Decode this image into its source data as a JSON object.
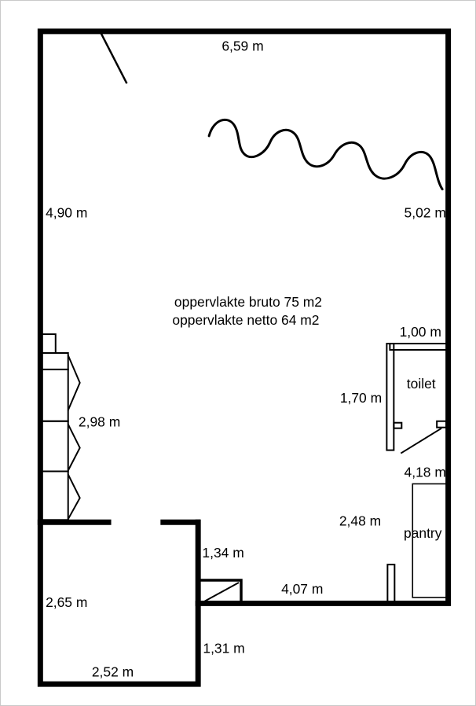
{
  "page": {
    "background": "#ffffff",
    "line_color": "#000000"
  },
  "plan": {
    "annotations": {
      "area_bruto": "oppervlakte bruto 75 m2",
      "area_netto": "oppervlakte netto 64 m2"
    },
    "rooms": {
      "toilet": "toilet",
      "pantry": "pantry"
    },
    "dimensions": {
      "top_width": "6,59 m",
      "left_height": "4,90 m",
      "right_height": "5,02 m",
      "toilet_width": "1,00 m",
      "toilet_depth": "1,70 m",
      "cabinet_run": "2,98 m",
      "right_inner_height": "4,18 m",
      "below_toilet": "2,48 m",
      "counter_width": "1,34 m",
      "bottom_inner_width": "4,07 m",
      "annex_height": "2,65 m",
      "annex_overlap": "1,31 m",
      "annex_width": "2,52 m"
    }
  }
}
